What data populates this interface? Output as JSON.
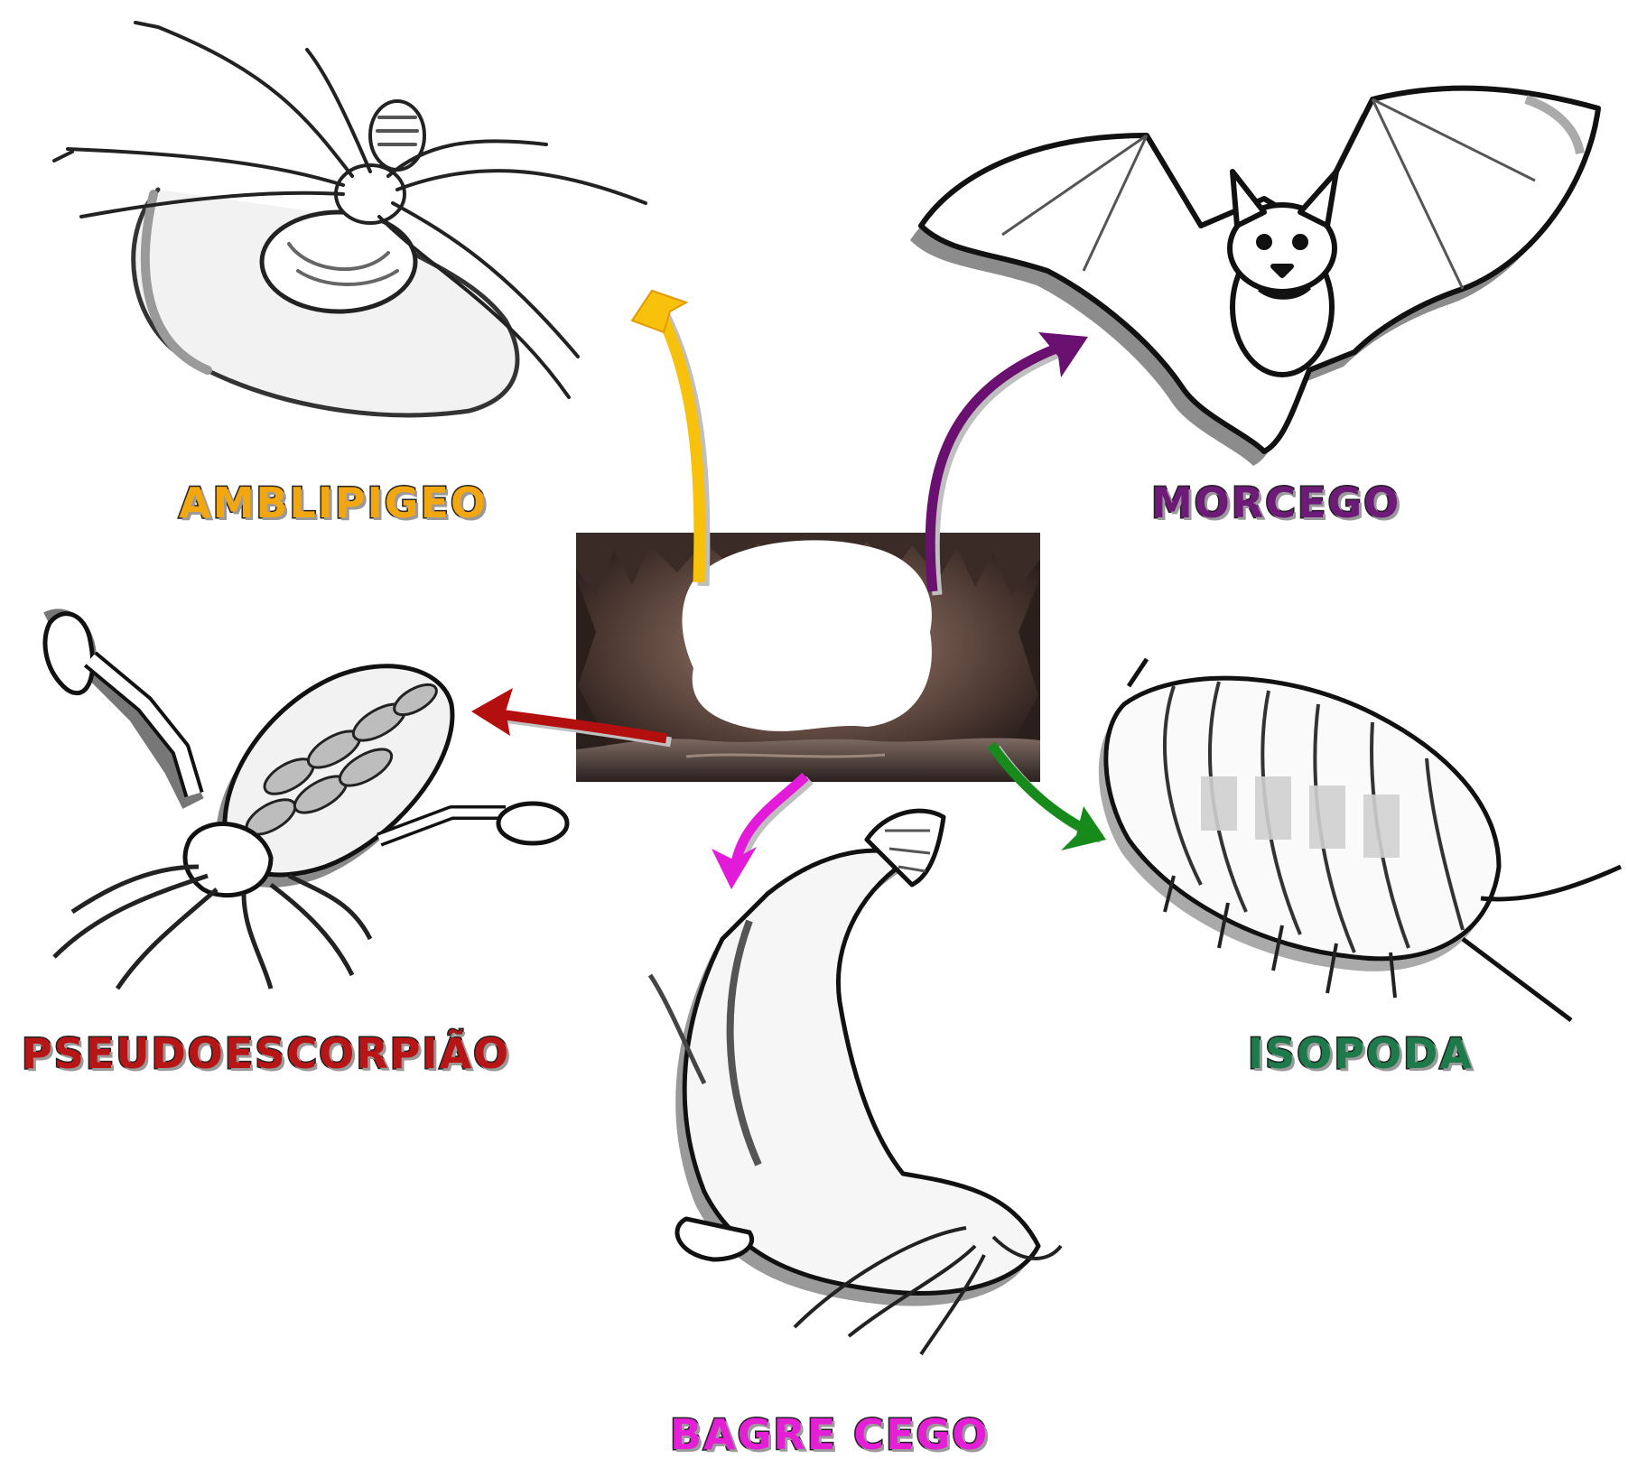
{
  "labels": {
    "amblipigeo": "AMBLIPIGEO",
    "morcego": "MORCEGO",
    "pseudoescorpiao": "PSEUDOESCORPIÃO",
    "isopoda": "ISOPODA",
    "bagre_cego": "BAGRE CEGO"
  },
  "colors": {
    "amblipigeo": "#f2a60f",
    "morcego": "#6e1a78",
    "pseudoescorpiao": "#b81616",
    "isopoda": "#1d7a4b",
    "bagre_cego": "#e51fd6",
    "arrow_amblipigeo": "#f7c10c",
    "arrow_morcego": "#6a1070",
    "arrow_pseudoescorpiao": "#b40f0f",
    "arrow_isopoda": "#178a1c",
    "arrow_bagre_cego": "#e31ad9"
  },
  "center": {
    "image": "cave-entrance"
  },
  "illustrations": [
    "whip-spider",
    "bat",
    "pseudoscorpion",
    "isopod",
    "blind-catfish"
  ]
}
